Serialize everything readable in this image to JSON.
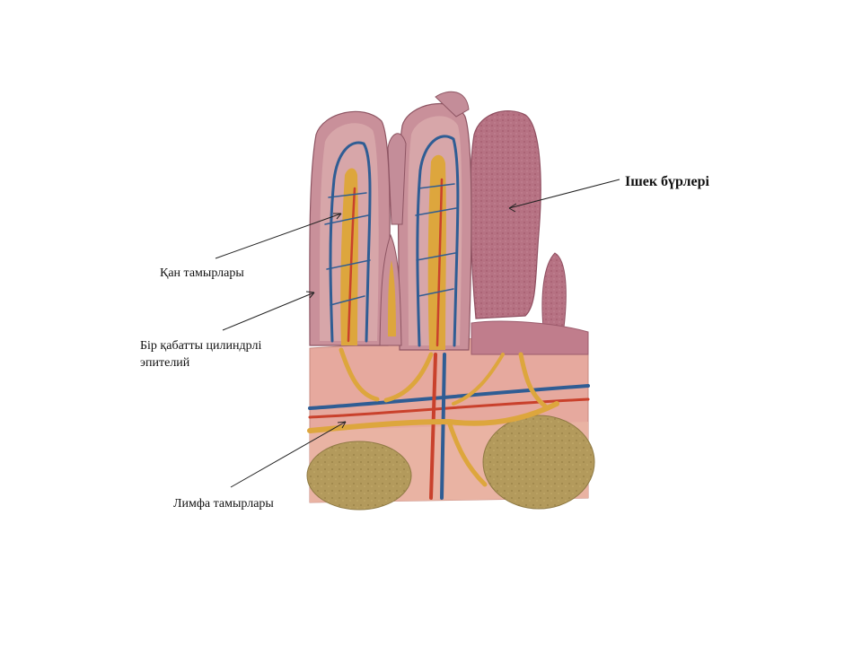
{
  "labels": {
    "villi": "Ішек бүрлері",
    "blood_vessels": "Қан тамырлары",
    "epithelium_line1": "Бір қабатты цилиндрлі",
    "epithelium_line2": "эпителий",
    "lymph_vessels": "Лимфа тамырлары"
  },
  "colors": {
    "villus_surface": "#b56a7c",
    "epithelium": "#c98a94",
    "submucosa": "#e3a49a",
    "lymph": "#d9a23a",
    "vein": "#2f5d94",
    "artery": "#c9412c",
    "lymph_nodule": "#b59a58"
  }
}
